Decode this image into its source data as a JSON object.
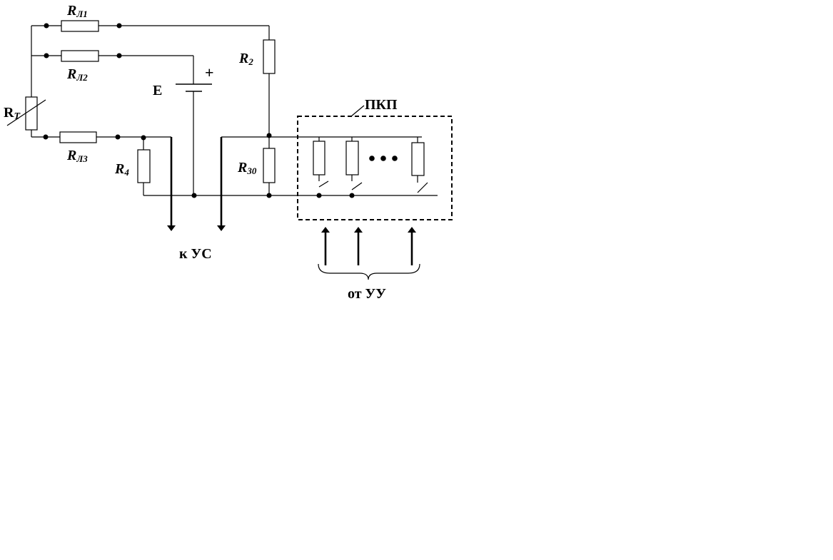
{
  "labels": {
    "rl1": {
      "main": "R",
      "sub": "Л1"
    },
    "rl2": {
      "main": "R",
      "sub": "Л2"
    },
    "rl3": {
      "main": "R",
      "sub": "Л3"
    },
    "rt": {
      "main": "R",
      "sub": "T"
    },
    "r2": {
      "main": "R",
      "sub": "2"
    },
    "r4": {
      "main": "R",
      "sub": "4"
    },
    "r30": {
      "main": "R",
      "sub": "30"
    },
    "battery": "E",
    "battery_plus": "+",
    "pkp": "ПКП",
    "to_us": "к УС",
    "from_uu": "от УУ"
  },
  "colors": {
    "line": "#000000",
    "background": "#ffffff"
  }
}
